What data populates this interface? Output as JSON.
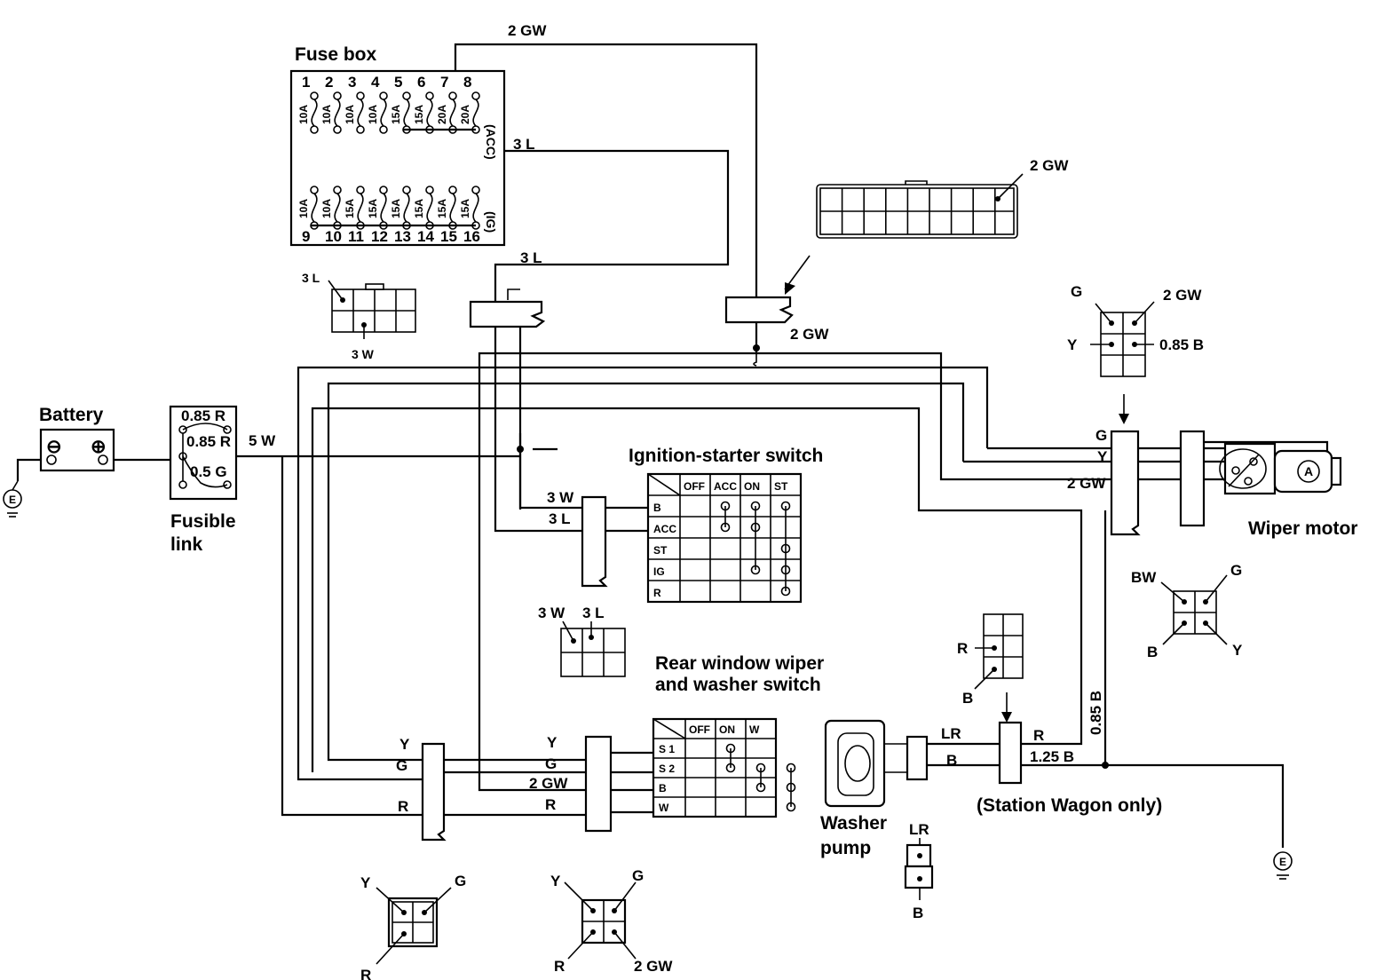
{
  "titles": {
    "fuse_box": "Fuse box",
    "battery": "Battery",
    "fusible_link_1": "Fusible",
    "fusible_link_2": "link",
    "ignition_switch": "Ignition-starter switch",
    "rear_switch_1": "Rear window wiper",
    "rear_switch_2": "and washer switch",
    "wiper_motor": "Wiper motor",
    "washer_pump_1": "Washer",
    "washer_pump_2": "pump",
    "station_wagon": "(Station Wagon only)"
  },
  "fuse_box": {
    "top_numbers": [
      "1",
      "2",
      "3",
      "4",
      "5",
      "6",
      "7",
      "8"
    ],
    "top_ratings": [
      "10A",
      "10A",
      "10A",
      "10A",
      "15A",
      "15A",
      "20A",
      "20A"
    ],
    "top_group": "(ACC)",
    "bottom_numbers": [
      "9",
      "10",
      "11",
      "12",
      "13",
      "14",
      "15",
      "16"
    ],
    "bottom_ratings": [
      "10A",
      "10A",
      "15A",
      "15A",
      "15A",
      "15A",
      "15A",
      "15A"
    ],
    "bottom_group": "(IG)"
  },
  "fusible_link": {
    "labels": [
      "0.85 R",
      "0.85 R",
      "0.5 G"
    ]
  },
  "battery": {
    "minus": "⊖",
    "plus": "⊕",
    "earth": "E"
  },
  "wires": {
    "top_2gw": "2 GW",
    "fuse_3l": "3 L",
    "junction_3l": "3 L",
    "conn_2gw": "2 GW",
    "harness_2gw": "2 GW",
    "link_5w": "5 W",
    "ign_3w": "3 W",
    "ign_3l": "3 L",
    "motor_g": "G",
    "motor_y": "Y",
    "motor_2gw": "2 GW",
    "rear_left_y": "Y",
    "rear_left_g": "G",
    "rear_left_r": "R",
    "rear_right_y": "Y",
    "rear_right_g": "G",
    "rear_right_2gw": "2 GW",
    "rear_right_r": "R",
    "pump_lr": "LR",
    "pump_b": "B",
    "pump_r": "R",
    "pump_125b": "1.25 B",
    "ground_085b": "0.85 B"
  },
  "connectors": {
    "c3l": "3 L",
    "c3w": "3 W",
    "c_top_2gw": "2 GW",
    "wiper_conn": {
      "g": "G",
      "gw": "2 GW",
      "y": "Y",
      "b": "0.85 B"
    },
    "motor_side": {
      "bw": "BW",
      "g": "G",
      "b": "B",
      "y": "Y"
    },
    "ign_conn": {
      "w": "3 W",
      "l": "3 L"
    },
    "pump_conn": {
      "r": "R",
      "b": "B"
    },
    "pump_small": {
      "lr": "LR",
      "b": "B"
    },
    "rear_a": {
      "y": "Y",
      "g": "G",
      "r": "R"
    },
    "rear_b": {
      "y": "Y",
      "g": "G",
      "r": "R",
      "gw": "2 GW"
    },
    "motor_mark": "A",
    "earth_mark": "E"
  },
  "ignition_table": {
    "columns": [
      "OFF",
      "ACC",
      "ON",
      "ST"
    ],
    "rows": [
      "B",
      "ACC",
      "ST",
      "IG",
      "R"
    ]
  },
  "rear_switch_table": {
    "columns": [
      "OFF",
      "ON",
      "W"
    ],
    "rows": [
      "S 1",
      "S 2",
      "B",
      "W"
    ]
  }
}
